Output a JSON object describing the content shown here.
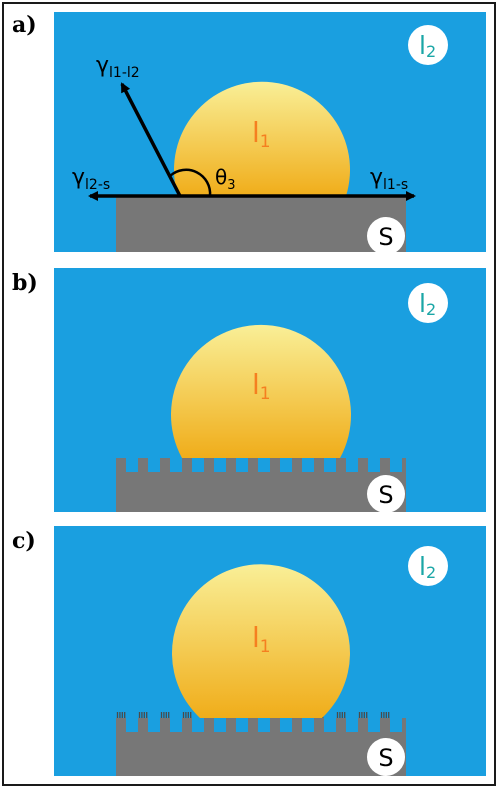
{
  "colors": {
    "background": "#1a9fe0",
    "drop_top": "#f9ef97",
    "drop_bottom": "#f0ad1a",
    "solid": "#777777",
    "drop_label": "#f57f20",
    "liquid2_label": "#1aa6a6",
    "arrow": "#000000"
  },
  "panels": [
    {
      "label": "a)",
      "drop_label_main": "l",
      "drop_label_sub": "1",
      "liquid_label_main": "l",
      "liquid_label_sub": "2",
      "solid_label": "S",
      "angle_label_main": "θ",
      "angle_label_sub": "3",
      "gamma_l1_l2": {
        "symbol": "γ",
        "sub": "l1-l2"
      },
      "gamma_l2_s": {
        "symbol": "γ",
        "sub": "l2-s"
      },
      "gamma_l1_s": {
        "symbol": "γ",
        "sub": "l1-s"
      }
    },
    {
      "label": "b)",
      "drop_label_main": "l",
      "drop_label_sub": "1",
      "liquid_label_main": "l",
      "liquid_label_sub": "2",
      "solid_label": "S"
    },
    {
      "label": "c)",
      "drop_label_main": "l",
      "drop_label_sub": "1",
      "liquid_label_main": "l",
      "liquid_label_sub": "2",
      "solid_label": "S"
    }
  ]
}
